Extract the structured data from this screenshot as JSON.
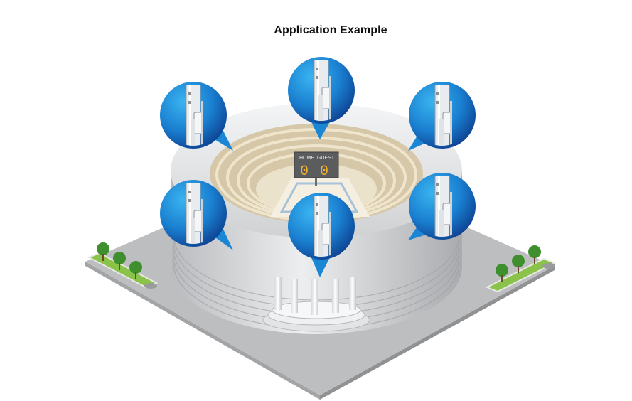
{
  "title": "Application Example",
  "scoreboard": {
    "home_label": "HOME",
    "guest_label": "GUEST",
    "home_score": "0",
    "guest_score": "0"
  },
  "callouts": [
    {
      "position": "top-left",
      "device": "sector-antenna-icon"
    },
    {
      "position": "top-center",
      "device": "sector-antenna-icon"
    },
    {
      "position": "top-right",
      "device": "sector-antenna-icon"
    },
    {
      "position": "middle-left",
      "device": "sector-antenna-icon"
    },
    {
      "position": "bottom-center",
      "device": "sector-antenna-icon"
    },
    {
      "position": "middle-right",
      "device": "sector-antenna-icon"
    }
  ],
  "colors": {
    "callout_fill": "#1590d6",
    "callout_dark": "#0d3f8f",
    "stadium_wall": "#d9dbdd",
    "ground": "#c8c9cb",
    "field": "#ece3cf",
    "tree": "#3f8f2e",
    "grass": "#8bc34a"
  }
}
